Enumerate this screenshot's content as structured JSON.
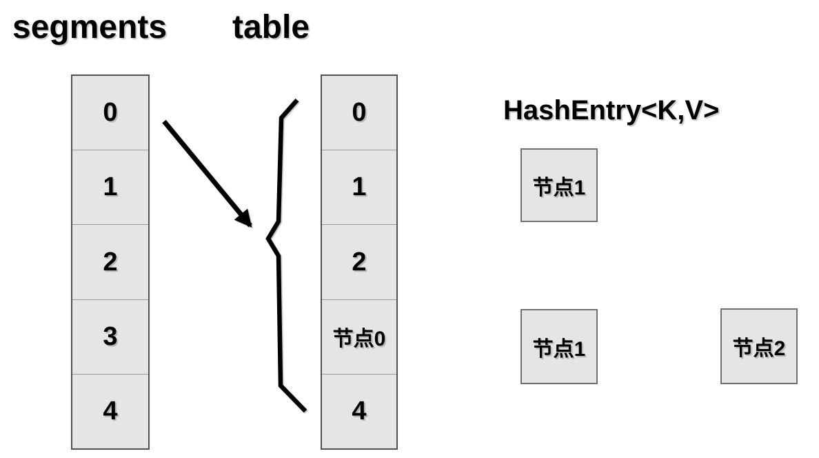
{
  "header": {
    "segments_title": "segments",
    "table_title": "table"
  },
  "hash_entry": {
    "label": "HashEntry<K,V>"
  },
  "segments_column": {
    "cells": [
      "0",
      "1",
      "2",
      "3",
      "4"
    ]
  },
  "table_column": {
    "cells": [
      "0",
      "1",
      "2",
      "节点0",
      "4"
    ]
  },
  "nodes": {
    "bucket1_node1": "节点1",
    "bucket3_node1": "节点1",
    "bucket3_node2": "节点2"
  },
  "icons": {
    "arrow": "arrowhead-right",
    "brace": "left-curly-brace"
  },
  "colors": {
    "background": "#ffffff",
    "cell_fill": "#e5e5e5",
    "cell_outer_border": "#4f4f4f",
    "cell_divider": "#9a9a9a",
    "node_border": "#707070",
    "line": "#000000",
    "text": "#000000"
  }
}
